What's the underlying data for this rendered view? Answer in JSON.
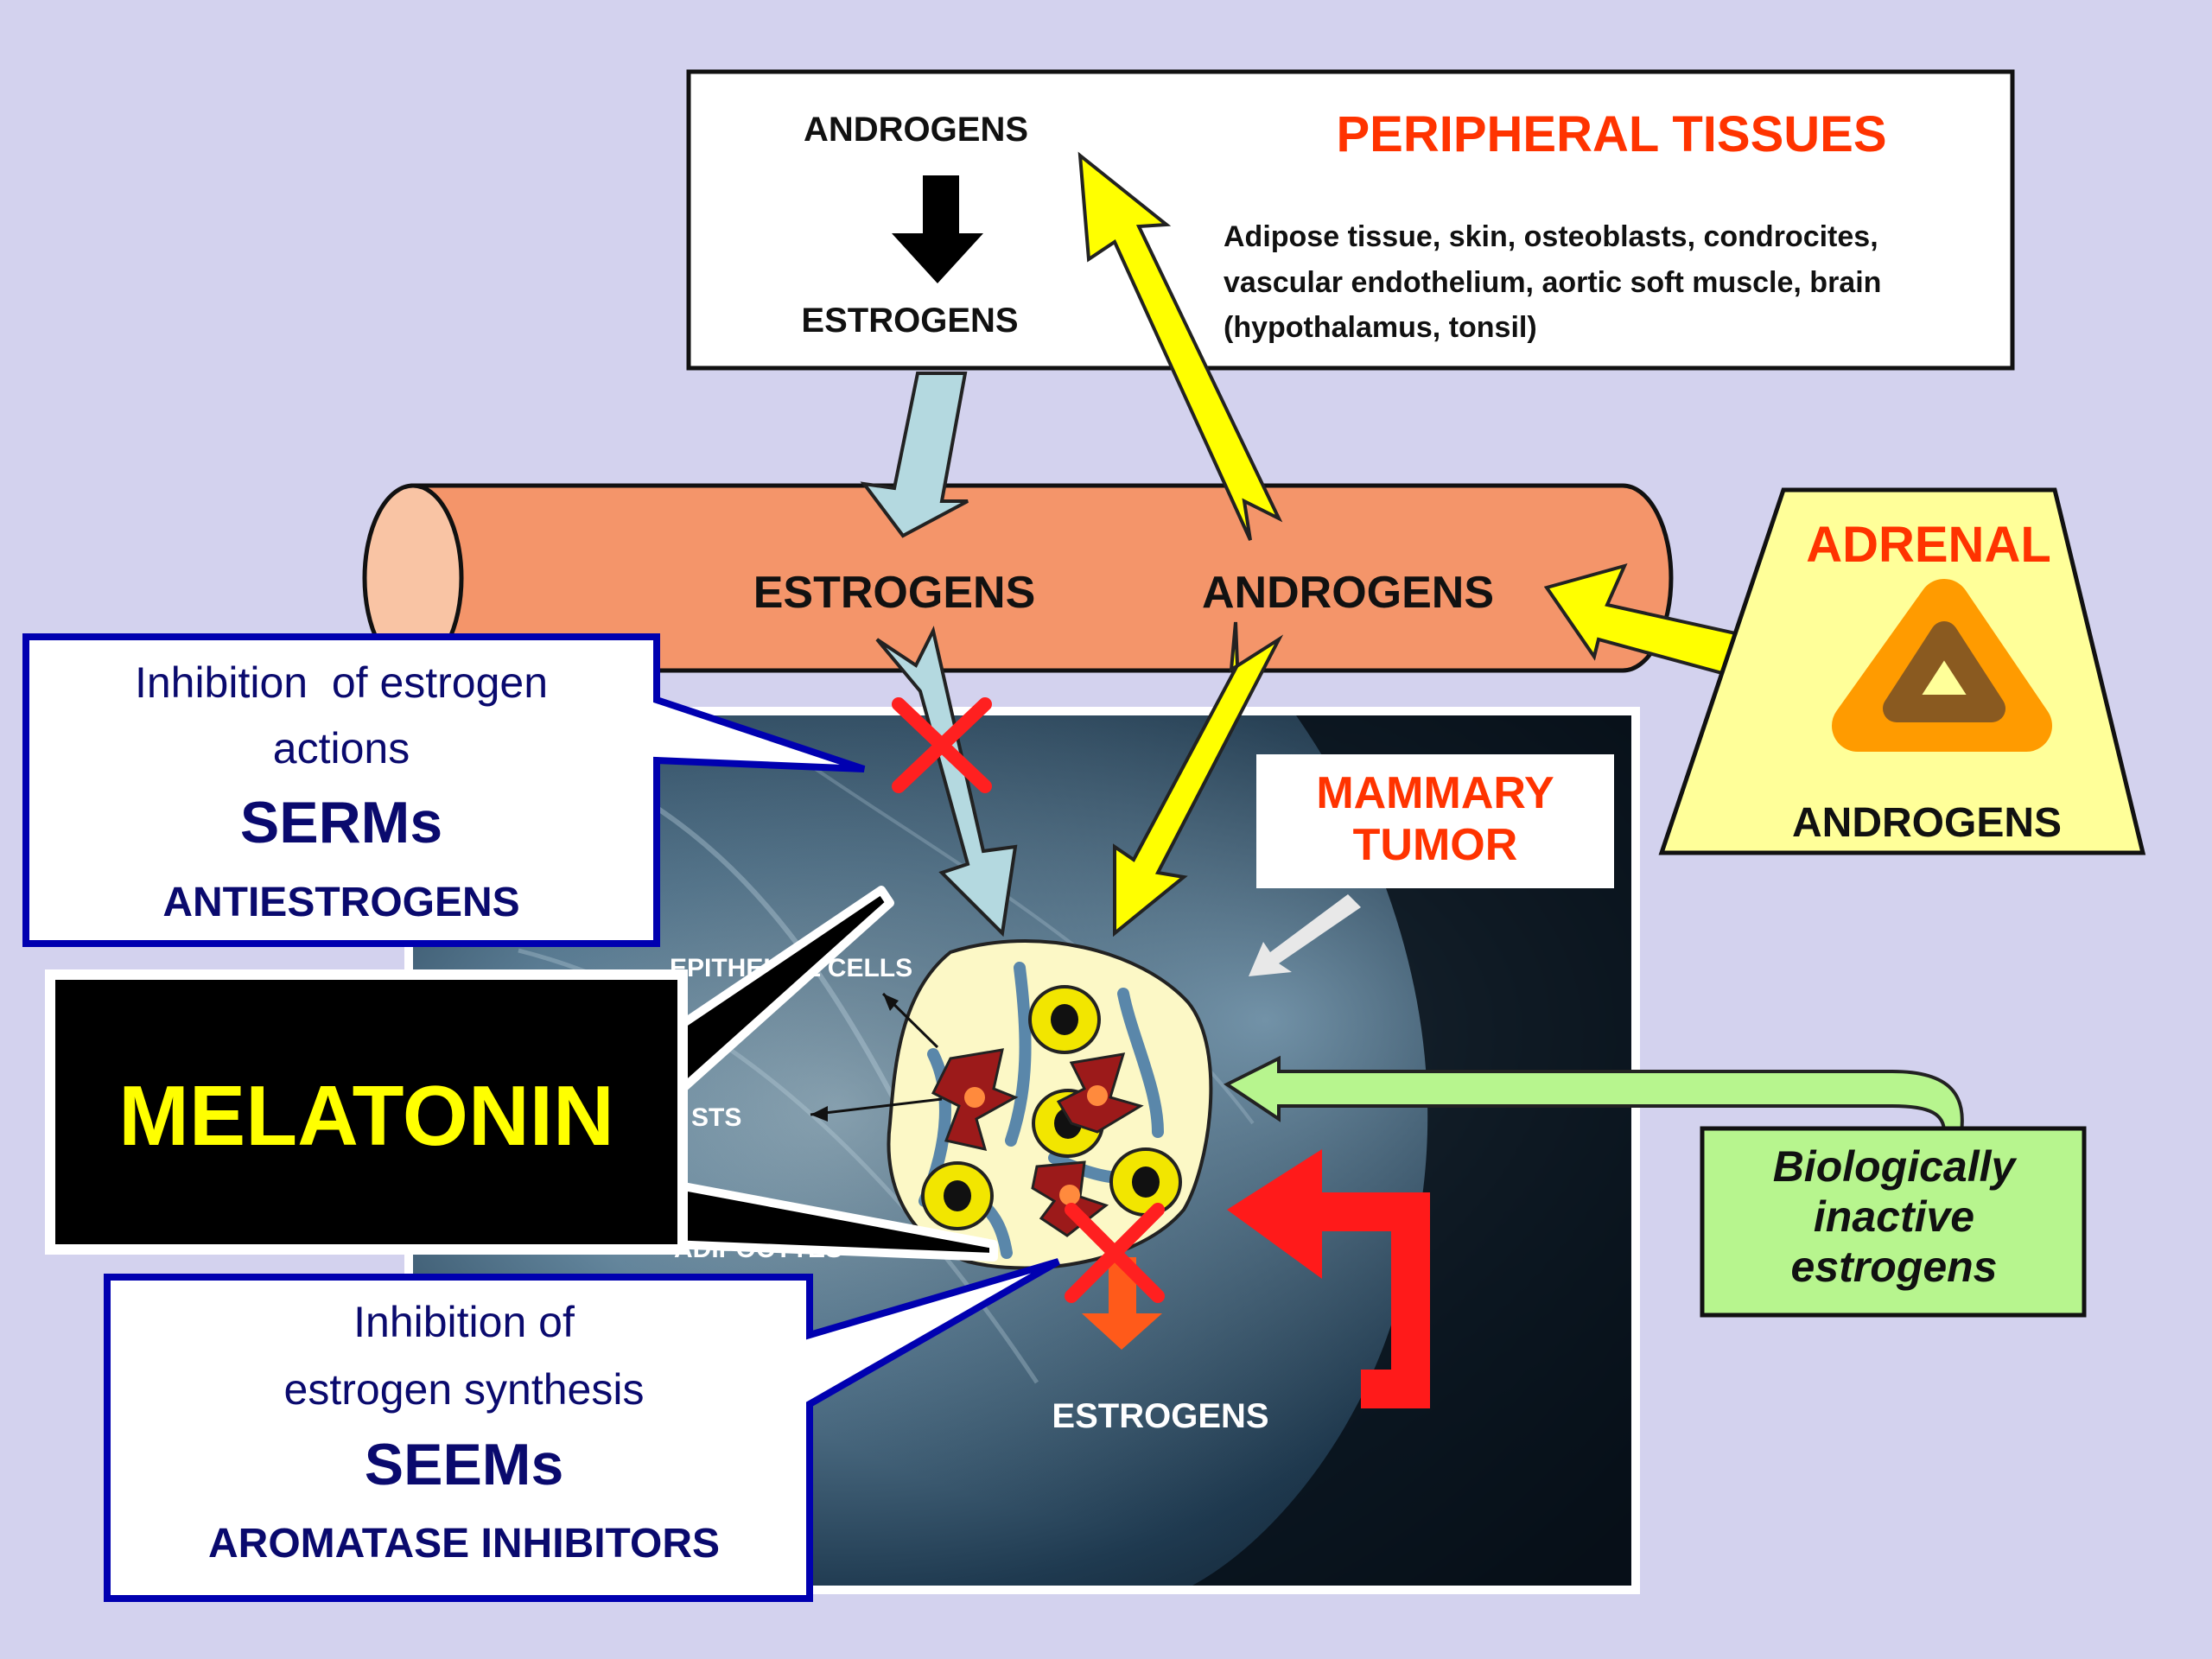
{
  "peripheral": {
    "title": "PERIPHERAL TISSUES",
    "androgens": "ANDROGENS",
    "estrogens": "ESTROGENS",
    "description_lines": [
      "Adipose tissue, skin, osteoblasts, condrocites,",
      "vascular endothelium, aortic soft muscle, brain",
      "(hypothalamus, tonsil)"
    ]
  },
  "blood_vessel": {
    "estrogens": "ESTROGENS",
    "androgens": "ANDROGENS"
  },
  "adrenal": {
    "title": "ADRENAL",
    "androgens": "ANDROGENS"
  },
  "tumor": {
    "label_lines": [
      "MAMMARY",
      "TUMOR"
    ],
    "cell_labels": [
      "EPITHELIAL CELLS",
      "STS",
      "ADIPOCYTES"
    ],
    "estrogens": "ESTROGENS"
  },
  "serms_box": {
    "line1": "Inhibition  of estrogen",
    "line2": "actions",
    "title": "SERMs",
    "subtitle": "ANTIESTROGENS"
  },
  "melatonin": {
    "label": "MELATONIN"
  },
  "seems_box": {
    "line1": "Inhibition of",
    "line2": "estrogen synthesis",
    "title": "SEEMs",
    "subtitle": "AROMATASE INHIBITORS"
  },
  "inactive_box": {
    "lines": [
      "Biologically",
      "inactive",
      "estrogens"
    ]
  },
  "colors": {
    "background": "#d3d2ee",
    "accent_red": "#ff3300",
    "vessel": "#f4956a",
    "yellow_arrow": "#ffff00",
    "blue_arrow": "#b4d9e0",
    "green_box": "#b7f58e",
    "melatonin_text": "#ffff00",
    "box_border_blue": "#0000b0",
    "navy_text": "#0a0a6e"
  }
}
